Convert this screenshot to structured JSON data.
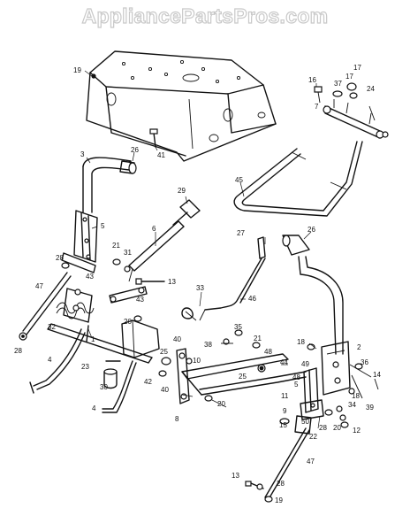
{
  "watermark": "AppliancePartsPros.com",
  "callouts": [
    {
      "id": "c19a",
      "label": "19"
    },
    {
      "id": "c41",
      "label": "41"
    },
    {
      "id": "c16",
      "label": "16"
    },
    {
      "id": "c17a",
      "label": "17"
    },
    {
      "id": "c37",
      "label": "37"
    },
    {
      "id": "c17b",
      "label": "17"
    },
    {
      "id": "c24",
      "label": "24"
    },
    {
      "id": "c7",
      "label": "7"
    },
    {
      "id": "c26a",
      "label": "26"
    },
    {
      "id": "c3",
      "label": "3"
    },
    {
      "id": "c45",
      "label": "45"
    },
    {
      "id": "c29",
      "label": "29"
    },
    {
      "id": "c5a",
      "label": "5"
    },
    {
      "id": "c21a",
      "label": "21"
    },
    {
      "id": "c31",
      "label": "31"
    },
    {
      "id": "c6",
      "label": "6"
    },
    {
      "id": "c27",
      "label": "27"
    },
    {
      "id": "c26b",
      "label": "26"
    },
    {
      "id": "c28a",
      "label": "28"
    },
    {
      "id": "c43a",
      "label": "43"
    },
    {
      "id": "c13a",
      "label": "13"
    },
    {
      "id": "c47a",
      "label": "47"
    },
    {
      "id": "c33",
      "label": "33"
    },
    {
      "id": "c46",
      "label": "46"
    },
    {
      "id": "c43b",
      "label": "43"
    },
    {
      "id": "c20a",
      "label": "20"
    },
    {
      "id": "c32",
      "label": "32"
    },
    {
      "id": "c1",
      "label": "1"
    },
    {
      "id": "c35",
      "label": "35"
    },
    {
      "id": "c38",
      "label": "38"
    },
    {
      "id": "c40a",
      "label": "40"
    },
    {
      "id": "c21b",
      "label": "21"
    },
    {
      "id": "c48a",
      "label": "48"
    },
    {
      "id": "c18a",
      "label": "18"
    },
    {
      "id": "c2",
      "label": "2"
    },
    {
      "id": "c28b",
      "label": "28"
    },
    {
      "id": "c4a",
      "label": "4"
    },
    {
      "id": "c25a",
      "label": "25"
    },
    {
      "id": "c10",
      "label": "10"
    },
    {
      "id": "c44",
      "label": "44"
    },
    {
      "id": "c36",
      "label": "36"
    },
    {
      "id": "c23",
      "label": "23"
    },
    {
      "id": "c42",
      "label": "42"
    },
    {
      "id": "c40b",
      "label": "40"
    },
    {
      "id": "c25b",
      "label": "25"
    },
    {
      "id": "c49",
      "label": "49"
    },
    {
      "id": "c48b",
      "label": "48"
    },
    {
      "id": "c14",
      "label": "14"
    },
    {
      "id": "c30",
      "label": "30"
    },
    {
      "id": "c11",
      "label": "11"
    },
    {
      "id": "c18b",
      "label": "18"
    },
    {
      "id": "c5b",
      "label": "5"
    },
    {
      "id": "c39",
      "label": "39"
    },
    {
      "id": "c8",
      "label": "8"
    },
    {
      "id": "c20b",
      "label": "20"
    },
    {
      "id": "c9",
      "label": "9"
    },
    {
      "id": "c34",
      "label": "34"
    },
    {
      "id": "c4b",
      "label": "4"
    },
    {
      "id": "c15",
      "label": "15"
    },
    {
      "id": "c50",
      "label": "50"
    },
    {
      "id": "c28c",
      "label": "28"
    },
    {
      "id": "c20c",
      "label": "20"
    },
    {
      "id": "c12",
      "label": "12"
    },
    {
      "id": "c22",
      "label": "22"
    },
    {
      "id": "c47b",
      "label": "47"
    },
    {
      "id": "c13b",
      "label": "13"
    },
    {
      "id": "c28d",
      "label": "28"
    },
    {
      "id": "c19b",
      "label": "19"
    }
  ]
}
